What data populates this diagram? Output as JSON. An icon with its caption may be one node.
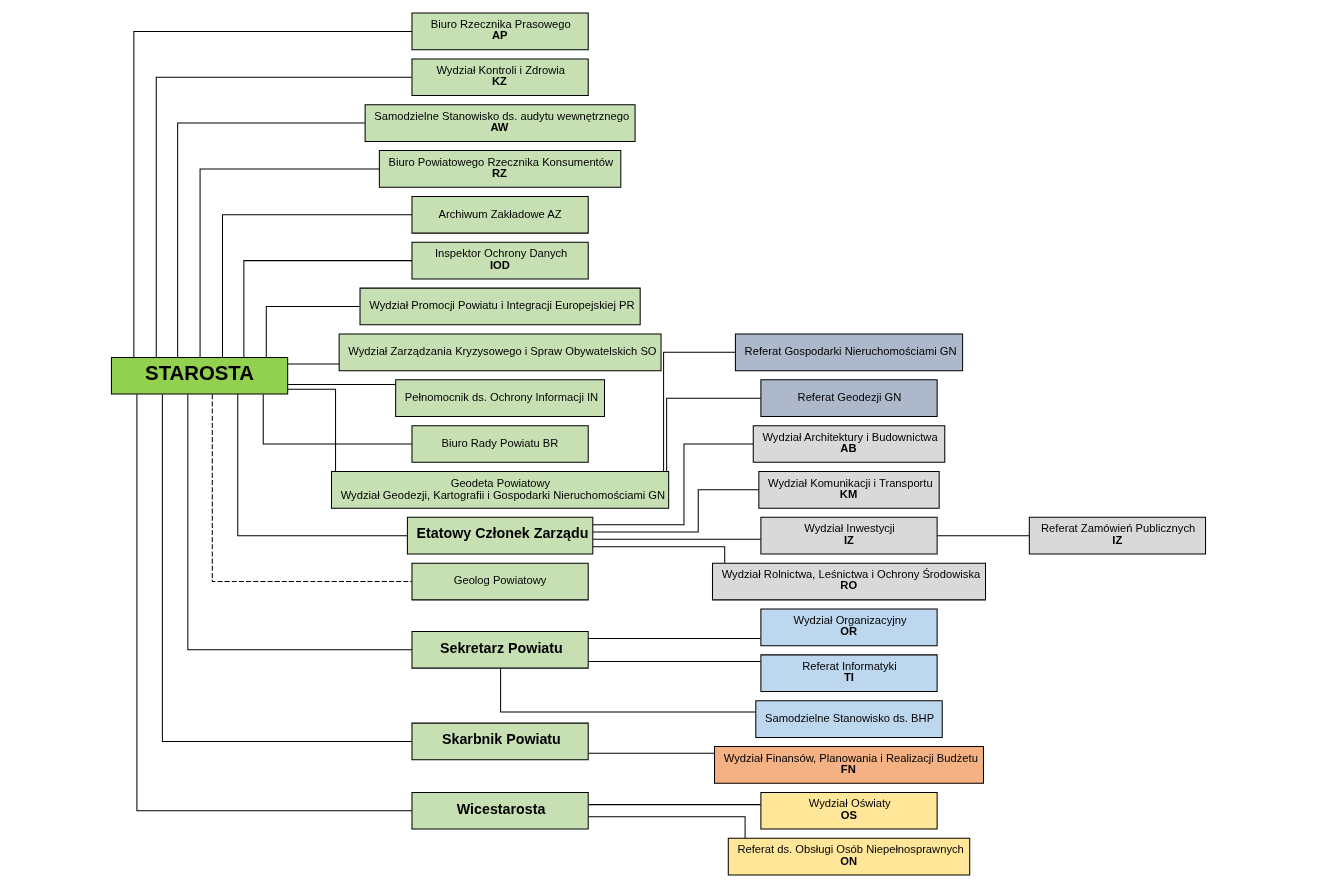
{
  "diagram": {
    "nodes": [
      {
        "text": [
          "STAROSTA"
        ]
      },
      {
        "text": [
          "Biuro Rzecznika Prasowego",
          "AP"
        ]
      },
      {
        "text": [
          "Wydział Kontroli i Zdrowia",
          "KZ"
        ]
      },
      {
        "text": [
          "Samodzielne Stanowisko ds. audytu wewnętrznego",
          "AW"
        ]
      },
      {
        "text": [
          "Biuro Powiatowego Rzecznika Konsumentów",
          "RZ"
        ]
      },
      {
        "text": [
          "Archiwum Zakładowe AZ"
        ]
      },
      {
        "text": [
          "Inspektor Ochrony Danych",
          "IOD"
        ]
      },
      {
        "text": [
          "Wydział Promocji Powiatu i Integracji Europejskiej PR"
        ]
      },
      {
        "text": [
          "Wydział Zarządzania Kryzysowego i Spraw Obywatelskich SO"
        ]
      },
      {
        "text": [
          "Pełnomocnik ds. Ochrony Informacji IN"
        ]
      },
      {
        "text": [
          "Biuro Rady Powiatu BR"
        ]
      },
      {
        "text": [
          "Geodeta Powiatowy",
          "Wydział Geodezji, Kartografii i Gospodarki Nieruchomościami GN"
        ]
      },
      {
        "text": [
          "Referat Gospodarki Nieruchomościami GN"
        ]
      },
      {
        "text": [
          "Referat Geodezji GN"
        ]
      },
      {
        "text": [
          "Etatowy Członek Zarządu"
        ]
      },
      {
        "text": [
          "Wydział Architektury i Budownictwa",
          "AB"
        ]
      },
      {
        "text": [
          "Wydział Komunikacji i Transportu",
          "KM"
        ]
      },
      {
        "text": [
          "Wydział Inwestycji",
          "IZ"
        ]
      },
      {
        "text": [
          "Referat Zamówień Publicznych",
          "IZ"
        ]
      },
      {
        "text": [
          "Wydział Rolnictwa, Leśnictwa i Ochrony Środowiska",
          "RO"
        ]
      },
      {
        "text": [
          "Geolog Powiatowy"
        ]
      },
      {
        "text": [
          "Sekretarz Powiatu"
        ]
      },
      {
        "text": [
          "Wydział Organizacyjny",
          "OR"
        ]
      },
      {
        "text": [
          "Referat Informatyki",
          "TI"
        ]
      },
      {
        "text": [
          "Samodzielne Stanowisko ds. BHP"
        ]
      },
      {
        "text": [
          "Skarbnik Powiatu"
        ]
      },
      {
        "text": [
          "Wydział Finansów, Planowania i Realizacji Budżetu",
          "FN"
        ]
      },
      {
        "text": [
          "Wicestarosta"
        ]
      },
      {
        "text": [
          "Wydział Oświaty",
          "OS"
        ]
      },
      {
        "text": [
          "Referat ds. Obsługi Osób Niepełnosprawnych",
          "ON"
        ]
      }
    ],
    "edges": [
      {
        "from": 0,
        "to": 1,
        "arrow": "none"
      },
      {
        "from": 0,
        "to": 2,
        "arrow": "none"
      },
      {
        "from": 0,
        "to": 3,
        "arrow": "none"
      },
      {
        "from": 0,
        "to": 4,
        "arrow": "none"
      },
      {
        "from": 0,
        "to": 5,
        "arrow": "none"
      },
      {
        "from": 0,
        "to": 6,
        "arrow": "none"
      },
      {
        "from": 0,
        "to": 7,
        "arrow": "none"
      },
      {
        "from": 0,
        "to": 8,
        "arrow": "none"
      },
      {
        "from": 0,
        "to": 9,
        "arrow": "none"
      },
      {
        "from": 0,
        "to": 10,
        "arrow": "none"
      },
      {
        "from": 0,
        "to": 11,
        "arrow": "none"
      },
      {
        "from": 11,
        "to": 12,
        "arrow": "none"
      },
      {
        "from": 11,
        "to": 13,
        "arrow": "none"
      },
      {
        "from": 0,
        "to": 14,
        "arrow": "none"
      },
      {
        "from": 14,
        "to": 15,
        "arrow": "none"
      },
      {
        "from": 14,
        "to": 16,
        "arrow": "none"
      },
      {
        "from": 14,
        "to": 17,
        "arrow": "none"
      },
      {
        "from": 17,
        "to": 18,
        "arrow": "none"
      },
      {
        "from": 14,
        "to": 19,
        "arrow": "none"
      },
      {
        "from": 0,
        "to": 20,
        "arrow": "none",
        "style": "dashed"
      },
      {
        "from": 0,
        "to": 21,
        "arrow": "none"
      },
      {
        "from": 21,
        "to": 22,
        "arrow": "none"
      },
      {
        "from": 21,
        "to": 23,
        "arrow": "none"
      },
      {
        "from": 21,
        "to": 24,
        "arrow": "none"
      },
      {
        "from": 0,
        "to": 25,
        "arrow": "none"
      },
      {
        "from": 25,
        "to": 26,
        "arrow": "none"
      },
      {
        "from": 0,
        "to": 27,
        "arrow": "none"
      },
      {
        "from": 27,
        "to": 28,
        "arrow": "none"
      },
      {
        "from": 27,
        "to": 29,
        "arrow": "none"
      }
    ]
  }
}
